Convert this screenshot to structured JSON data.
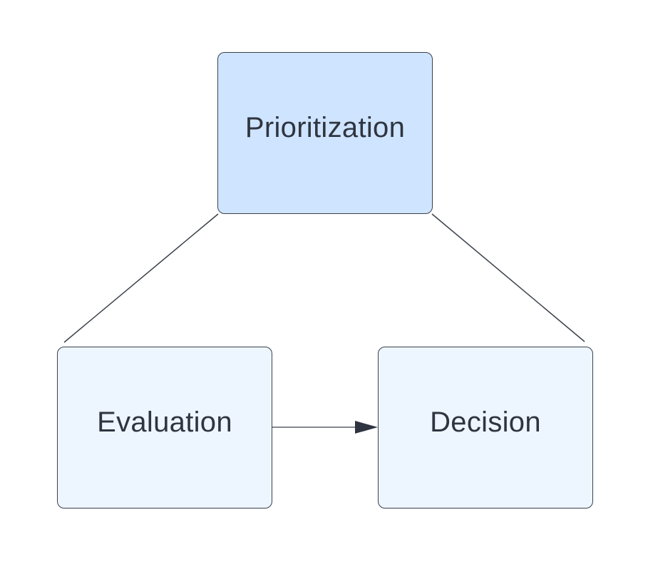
{
  "diagram": {
    "nodes": {
      "prioritization": {
        "label": "Prioritization",
        "fill": "#cfe4ff"
      },
      "evaluation": {
        "label": "Evaluation",
        "fill": "#edf5ff"
      },
      "decision": {
        "label": "Decision",
        "fill": "#edf5ff"
      }
    },
    "edges": [
      {
        "from": "prioritization",
        "to": "evaluation",
        "style": "line"
      },
      {
        "from": "prioritization",
        "to": "decision",
        "style": "line"
      },
      {
        "from": "evaluation",
        "to": "decision",
        "style": "arrow"
      }
    ],
    "colors": {
      "stroke": "#3a414a",
      "text": "#2f3540",
      "background": "#ffffff"
    }
  }
}
